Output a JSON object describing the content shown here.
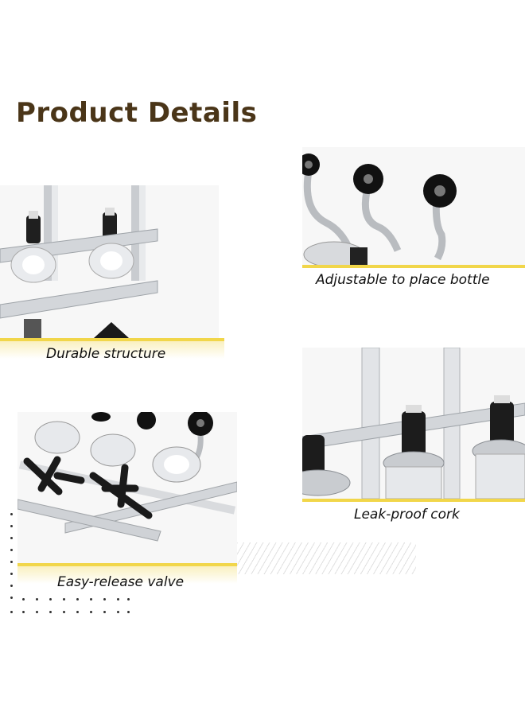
{
  "title": "Product Details",
  "features": [
    {
      "caption": "Durable structure",
      "image": "durable-structure-photo"
    },
    {
      "caption": "Adjustable to place bottle",
      "image": "bottle-holder-photo"
    },
    {
      "caption": "Easy-release valve",
      "image": "valve-photo"
    },
    {
      "caption": "Leak-proof cork",
      "image": "cork-photo"
    }
  ],
  "colors": {
    "title": "#4a3518",
    "accent": "#f1d64a",
    "metal": "#c9ccd0",
    "black": "#1a1a1a"
  }
}
